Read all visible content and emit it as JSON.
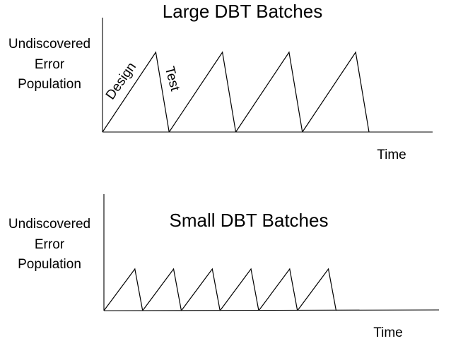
{
  "colors": {
    "ink": "#000000",
    "background": "#ffffff"
  },
  "panels": [
    {
      "title": "Large DBT Batches",
      "ylabel_lines": [
        "Undiscovered",
        "Error",
        "Population"
      ],
      "xlabel": "Time",
      "phase_labels": {
        "rise": "Design",
        "fall": "Test"
      },
      "cycles": [
        {
          "start": 0.0,
          "peak_time": 1.0,
          "peak": 1.0,
          "end": 1.25
        },
        {
          "start": 1.25,
          "peak_time": 2.25,
          "peak": 1.0,
          "end": 2.5
        },
        {
          "start": 2.5,
          "peak_time": 3.5,
          "peak": 1.0,
          "end": 3.75
        },
        {
          "start": 3.75,
          "peak_time": 4.75,
          "peak": 1.0,
          "end": 5.0
        }
      ]
    },
    {
      "title": "Small DBT Batches",
      "ylabel_lines": [
        "Undiscovered",
        "Error",
        "Population"
      ],
      "xlabel": "Time",
      "cycles": [
        {
          "start": 0.0,
          "peak_time": 0.6,
          "peak": 0.5,
          "end": 0.75
        },
        {
          "start": 0.75,
          "peak_time": 1.35,
          "peak": 0.5,
          "end": 1.5
        },
        {
          "start": 1.5,
          "peak_time": 2.1,
          "peak": 0.5,
          "end": 2.25
        },
        {
          "start": 2.25,
          "peak_time": 2.85,
          "peak": 0.5,
          "end": 3.0
        },
        {
          "start": 3.0,
          "peak_time": 3.6,
          "peak": 0.5,
          "end": 3.75
        },
        {
          "start": 3.75,
          "peak_time": 4.35,
          "peak": 0.5,
          "end": 4.5
        }
      ]
    }
  ]
}
